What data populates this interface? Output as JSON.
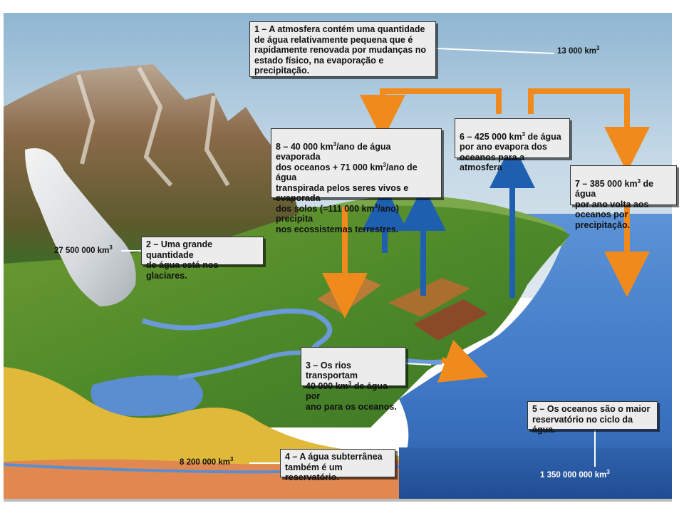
{
  "callouts": {
    "c1": "1 – A atmosfera contém uma quantidade\nde água relativamente pequena que é\nrapidamente renovada por mudanças no\nestado físico, na evaporação e precipitação.",
    "c2": "2 – Uma grande quantidade\nde água está nos glaciares.",
    "c3_pre": "3 – Os rios transportam\n40 000 km",
    "c3_post": " de água por\nano para os oceanos.",
    "c4": "4 – A água subterrânea\ntambém é um reservatório.",
    "c5": "5 – Os oceanos são o maior\nreservatório no ciclo da água.",
    "c6_pre": "6 – 425 000 km",
    "c6_post": " de água\npor ano evapora dos\noceanos para a atmosfera",
    "c7_pre": "7 – 385 000 km",
    "c7_post": " de água\npor ano volta aos\noceanos por precipitação.",
    "c8_a": "8 – 40 000 km",
    "c8_b": "/ano de água evaporada\ndos oceanos + 71 000 km",
    "c8_c": "/ano de água\ntranspirada pelos seres vivos e evaporada\ndos solos (=111 000 km",
    "c8_d": "/ano) precipita\nnos ecossistemas terrestres.",
    "sup3": "3"
  },
  "volumes": {
    "atmosphere": "13 000 km",
    "glaciers": "27 500 000 km",
    "groundwater": "8 200 000 km",
    "oceans": "1 350 000 000 km",
    "unit_sup": "3"
  },
  "colors": {
    "precipitation_arrow": "#f08a1c",
    "evaporation_arrow": "#1f5fb0",
    "ocean": "#3d78c8",
    "soil": "#e0b83a",
    "bedrock": "#e08850"
  }
}
